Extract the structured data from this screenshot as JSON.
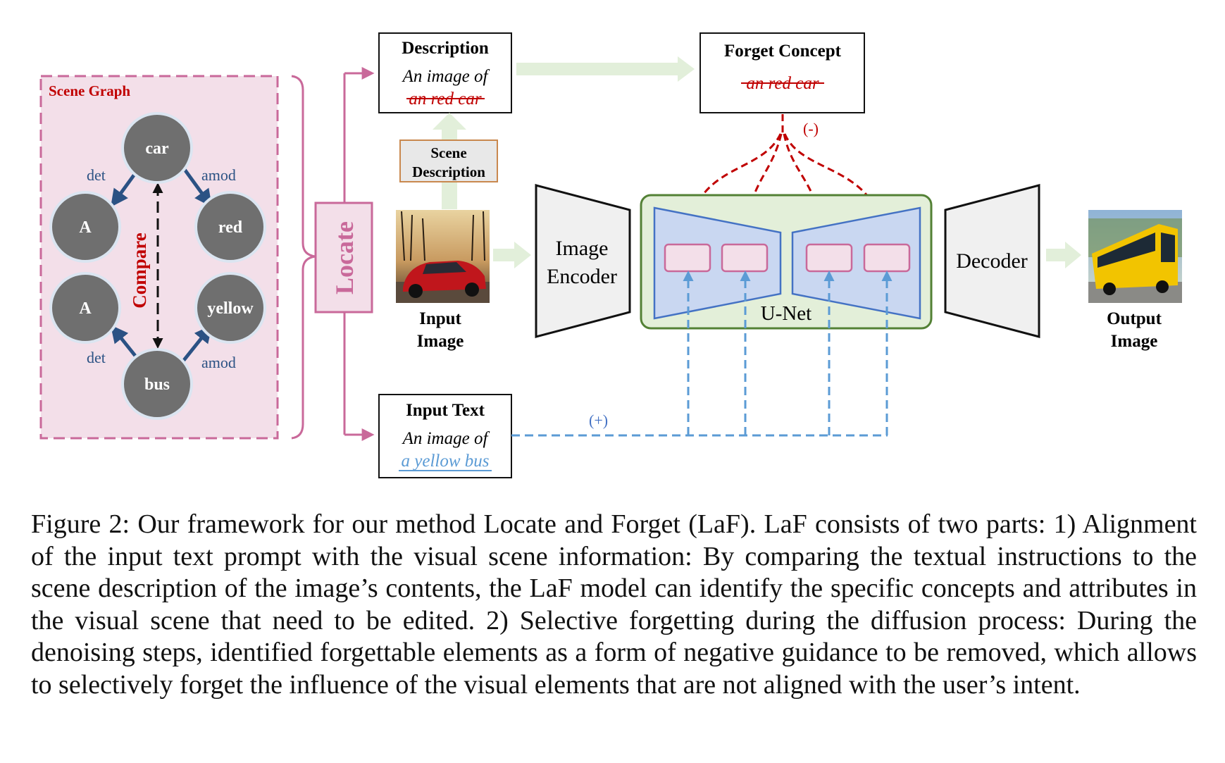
{
  "scene_graph": {
    "title": "Scene Graph",
    "nodes": {
      "car": "car",
      "a_top": "A",
      "red": "red",
      "a_bottom": "A",
      "yellow": "yellow",
      "bus": "bus"
    },
    "edges": {
      "det_top": "det",
      "amod_top": "amod",
      "det_bottom": "det",
      "amod_bottom": "amod"
    },
    "compare_label": "Compare"
  },
  "locate_label": "Locate",
  "description_box": {
    "title": "Description",
    "line1": "An image of",
    "struck": "an red car"
  },
  "scene_description": {
    "line1": "Scene",
    "line2": "Description"
  },
  "forget_concept": {
    "title": "Forget Concept",
    "struck": "an red car"
  },
  "input_image": {
    "line1": "Input",
    "line2": "Image"
  },
  "image_encoder": {
    "line1": "Image",
    "line2": "Encoder"
  },
  "unet_label": "U-Net",
  "decoder_label": "Decoder",
  "output_image": {
    "line1": "Output",
    "line2": "Image"
  },
  "input_text": {
    "title": "Input Text",
    "line1": "An image of",
    "underlined": "a yellow bus"
  },
  "signs": {
    "negative": "(-)",
    "positive": "(+)"
  },
  "colors": {
    "scene_bg": "#f3dfe9",
    "pink_border": "#c9699a",
    "node_gray": "#6f6f6f",
    "arrow_blue": "#2b5284",
    "red": "#c00000",
    "unet_green_bg": "#e3efd9",
    "unet_green_border": "#538135",
    "unet_blue": "#c9d7f1",
    "guidance_blue": "#5b9bd5",
    "light_arrow_green": "#e2efda"
  },
  "caption": {
    "figure_label": "Figure 2:",
    "text": "Our framework for our method Locate and Forget (LaF). LaF consists of two parts: 1) Alignment of the input text prompt with the visual scene information: By comparing the textual instructions to the scene description of the image’s contents, the LaF model can identify the specific concepts and attributes in the visual scene that need to be edited. 2) Selective forgetting during the diffusion process: During the denoising steps, identified forgettable elements as a form of negative guidance to be removed, which allows to selectively forget the influence of the visual elements that are not aligned with the user’s intent."
  }
}
